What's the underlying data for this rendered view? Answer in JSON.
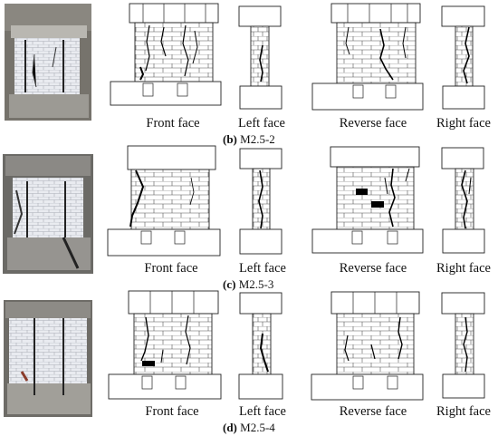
{
  "face_labels": [
    "Front face",
    "Left face",
    "Reverse face",
    "Right face"
  ],
  "panels": [
    {
      "id": "b",
      "caption_letter": "(b)",
      "caption_name": "M2.5-2"
    },
    {
      "id": "c",
      "caption_letter": "(c)",
      "caption_name": "M2.5-3"
    },
    {
      "id": "d",
      "caption_letter": "(d)",
      "caption_name": "M2.5-4"
    }
  ],
  "colors": {
    "line": "#222222",
    "crack": "#000000",
    "photo_block": "#e6e8ee",
    "photo_bg": "#6f6c66"
  }
}
